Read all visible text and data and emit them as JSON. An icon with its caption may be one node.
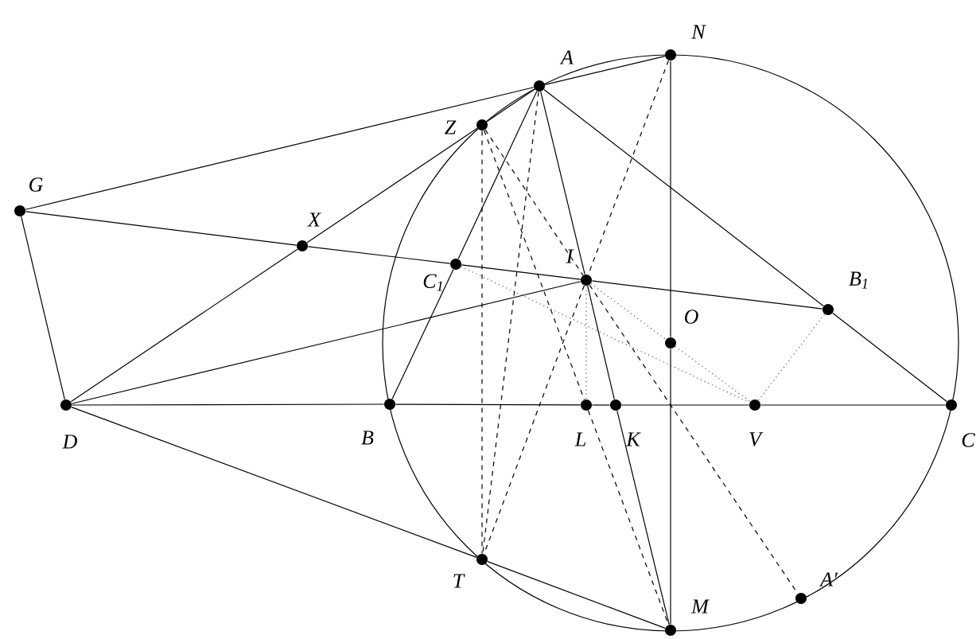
{
  "diagram": {
    "nodes": [
      {
        "text": [],
        "shape": "circle",
        "beside": [
          "N"
        ]
      },
      {
        "text": [],
        "shape": "circle",
        "beside": [
          "A"
        ]
      },
      {
        "text": [],
        "shape": "circle",
        "beside": [
          "Z"
        ]
      },
      {
        "text": [],
        "shape": "circle",
        "beside": [
          "G"
        ]
      },
      {
        "text": [],
        "shape": "circle",
        "beside": [
          "X"
        ]
      },
      {
        "text": [],
        "shape": "circle",
        "beside": [
          "C$_{1}$"
        ]
      },
      {
        "text": [],
        "shape": "circle",
        "beside": [
          "I"
        ]
      },
      {
        "text": [],
        "shape": "circle",
        "beside": [
          "B$_{1}$"
        ]
      },
      {
        "text": [],
        "shape": "circle",
        "beside": [
          "O"
        ]
      },
      {
        "text": [],
        "shape": "circle",
        "beside": [
          "D"
        ]
      },
      {
        "text": [],
        "shape": "circle",
        "beside": [
          "B"
        ]
      },
      {
        "text": [],
        "shape": "circle",
        "beside": [
          "L"
        ]
      },
      {
        "text": [],
        "shape": "circle",
        "beside": [
          "K"
        ]
      },
      {
        "text": [],
        "shape": "circle",
        "beside": [
          "V"
        ]
      },
      {
        "text": [],
        "shape": "circle",
        "beside": [
          "C"
        ]
      },
      {
        "text": [],
        "shape": "circle",
        "beside": [
          "T"
        ]
      },
      {
        "text": [],
        "shape": "circle",
        "beside": [
          "M"
        ]
      },
      {
        "text": [],
        "shape": "circle",
        "beside": [
          "A′"
        ]
      }
    ],
    "edges": [
      {
        "from": 3,
        "to": 1,
        "arrow": "none"
      },
      {
        "from": 1,
        "to": 0,
        "arrow": "none"
      },
      {
        "from": 3,
        "to": 4,
        "arrow": "none"
      },
      {
        "from": 4,
        "to": 5,
        "arrow": "none"
      },
      {
        "from": 5,
        "to": 6,
        "arrow": "none"
      },
      {
        "from": 6,
        "to": 7,
        "arrow": "none"
      },
      {
        "from": 3,
        "to": 9,
        "arrow": "none"
      },
      {
        "from": 9,
        "to": 4,
        "arrow": "none"
      },
      {
        "from": 4,
        "to": 2,
        "arrow": "none"
      },
      {
        "from": 2,
        "to": 1,
        "arrow": "none"
      },
      {
        "from": 9,
        "to": 6,
        "arrow": "none"
      },
      {
        "from": 9,
        "to": 10,
        "arrow": "none"
      },
      {
        "from": 10,
        "to": 11,
        "arrow": "none"
      },
      {
        "from": 11,
        "to": 12,
        "arrow": "none"
      },
      {
        "from": 12,
        "to": 13,
        "arrow": "none"
      },
      {
        "from": 13,
        "to": 14,
        "arrow": "none"
      },
      {
        "from": 9,
        "to": 15,
        "arrow": "none"
      },
      {
        "from": 15,
        "to": 16,
        "arrow": "none"
      },
      {
        "from": 1,
        "to": 7,
        "arrow": "none"
      },
      {
        "from": 7,
        "to": 14,
        "arrow": "none"
      },
      {
        "from": 1,
        "to": 5,
        "arrow": "none"
      },
      {
        "from": 5,
        "to": 10,
        "arrow": "none"
      },
      {
        "from": 1,
        "to": 6,
        "arrow": "none"
      },
      {
        "from": 6,
        "to": 12,
        "arrow": "none"
      },
      {
        "from": 12,
        "to": 16,
        "arrow": "none"
      },
      {
        "from": 0,
        "to": 8,
        "arrow": "none"
      },
      {
        "from": 8,
        "to": 16,
        "arrow": "none"
      },
      {
        "from": 0,
        "to": 6,
        "arrow": "none",
        "style": "dashed"
      },
      {
        "from": 6,
        "to": 15,
        "arrow": "none",
        "style": "dashed"
      },
      {
        "from": 1,
        "to": 15,
        "arrow": "none",
        "style": "dashed"
      },
      {
        "from": 2,
        "to": 15,
        "arrow": "none",
        "style": "dashed"
      },
      {
        "from": 2,
        "to": 6,
        "arrow": "none",
        "style": "dashed"
      },
      {
        "from": 6,
        "to": 17,
        "arrow": "none",
        "style": "dashed"
      },
      {
        "from": 2,
        "to": 11,
        "arrow": "none",
        "style": "dashed"
      },
      {
        "from": 11,
        "to": 16,
        "arrow": "none",
        "style": "dashed"
      },
      {
        "from": 5,
        "to": 13,
        "arrow": "none",
        "style": "dashed",
        "color": "#555555"
      },
      {
        "from": 6,
        "to": 8,
        "arrow": "none",
        "style": "dashed",
        "color": "#555555"
      },
      {
        "from": 8,
        "to": 13,
        "arrow": "none",
        "style": "dashed",
        "color": "#555555"
      },
      {
        "from": 13,
        "to": 7,
        "arrow": "none",
        "style": "dashed",
        "color": "#555555"
      },
      {
        "from": 6,
        "to": 11,
        "arrow": "none",
        "style": "dashed",
        "color": "#555555"
      }
    ]
  }
}
